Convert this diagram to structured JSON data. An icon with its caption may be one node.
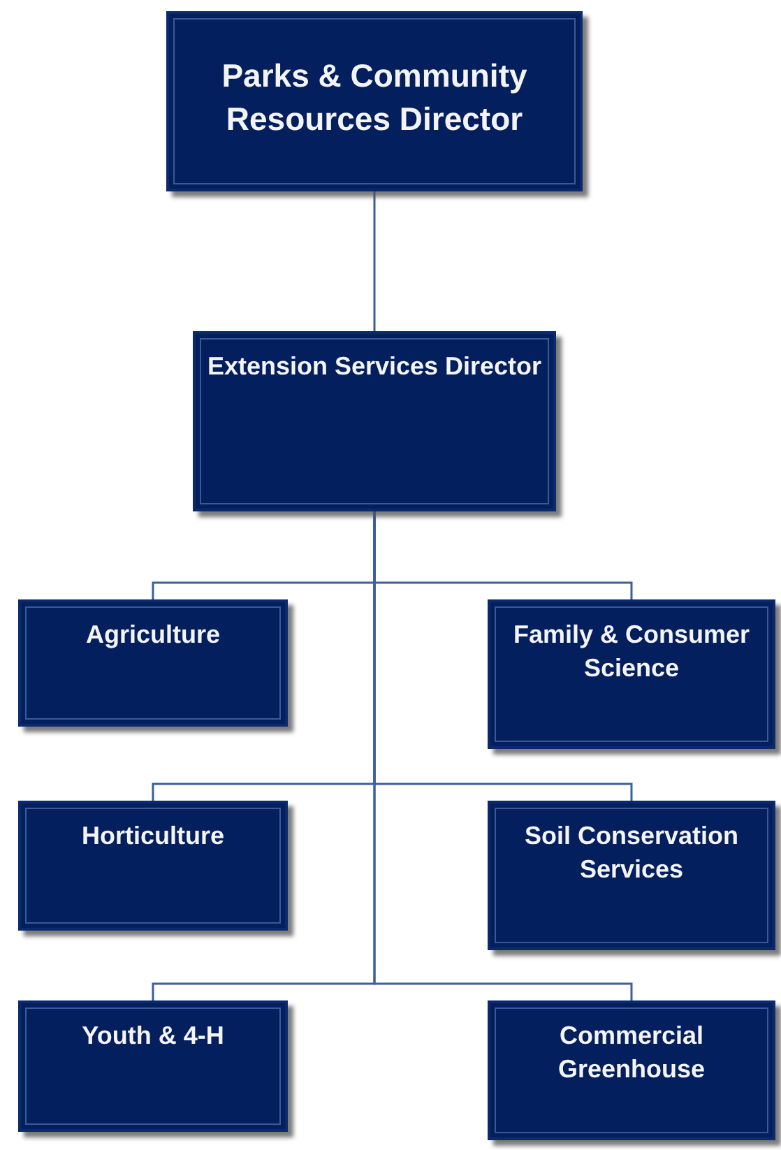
{
  "diagram": {
    "nodes": [
      {
        "text": [
          "Parks & Community Resources Director"
        ]
      },
      {
        "text": [
          "Extension Services Director"
        ]
      },
      {
        "text": [
          "Agriculture"
        ]
      },
      {
        "text": [
          "Family & Consumer Science"
        ]
      },
      {
        "text": [
          "Horticulture"
        ]
      },
      {
        "text": [
          "Soil Conservation Services"
        ]
      },
      {
        "text": [
          "Youth & 4-H"
        ]
      },
      {
        "text": [
          "Commercial Greenhouse"
        ]
      }
    ],
    "edges": [
      {
        "from": 0,
        "to": 1,
        "arrow": "none"
      },
      {
        "from": 1,
        "to": 2,
        "arrow": "none"
      },
      {
        "from": 1,
        "to": 3,
        "arrow": "none"
      },
      {
        "from": 1,
        "to": 4,
        "arrow": "none"
      },
      {
        "from": 1,
        "to": 5,
        "arrow": "none"
      },
      {
        "from": 1,
        "to": 6,
        "arrow": "none"
      },
      {
        "from": 1,
        "to": 7,
        "arrow": "none"
      }
    ]
  }
}
